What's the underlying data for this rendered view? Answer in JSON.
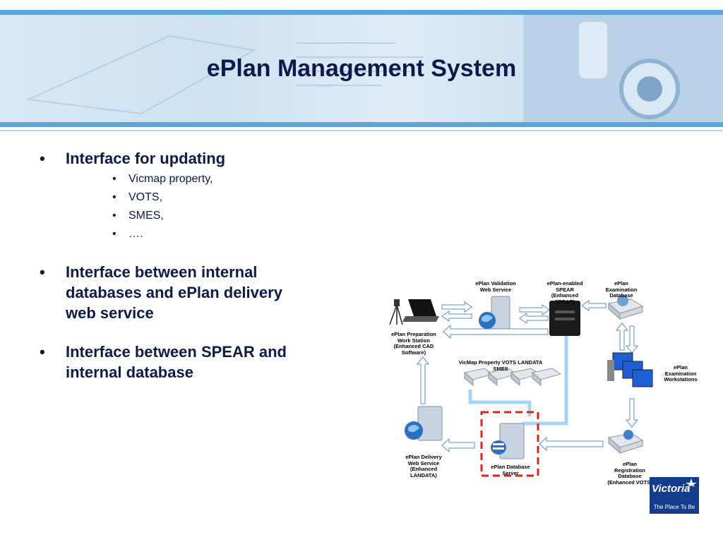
{
  "title": "ePlan Management System",
  "bullets": [
    {
      "text": "Interface for updating",
      "sub": [
        "Vicmap property,",
        "VOTS,",
        "SMES,",
        "…."
      ]
    },
    {
      "text": "Interface between internal databases and ePlan delivery web service"
    },
    {
      "text": "Interface between SPEAR and internal database"
    }
  ],
  "diagram": {
    "validation": "ePlan Validation Web Service",
    "spear": "ePlan-enabled SPEAR (Enhanced SPEAR)",
    "exam_db": "ePlan Examination Database",
    "prep": "ePlan Preparation Work Station (Enhanced CAD Software)",
    "ext_dbs": "VicMap Property  VOTS   LANDATA SMES",
    "workstations": "ePlan Examination Workstations",
    "delivery": "ePlan Delivery Web Service (Enhanced LANDATA)",
    "db_server": "ePlan Database Server",
    "reg_db": "ePlan Registration Database (Enhanced VOTS)"
  },
  "logo": {
    "name": "Victoria",
    "tagline": "The Place To Be"
  },
  "colors": {
    "accent": "#5aa6de",
    "title": "#0d1a4a",
    "highlight": "#e02020"
  }
}
